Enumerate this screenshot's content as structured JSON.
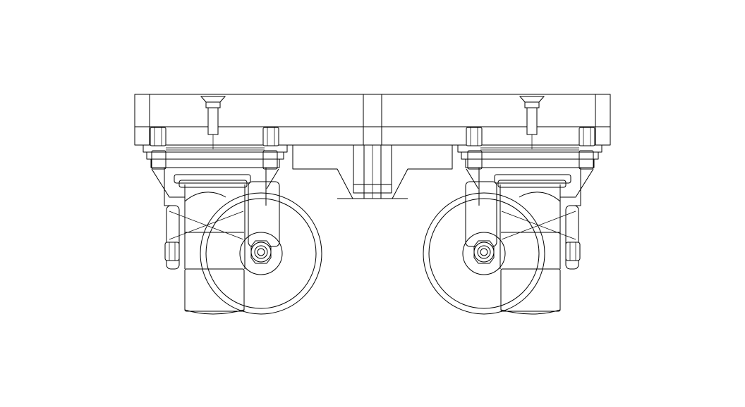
{
  "drawing": {
    "type": "technical line drawing",
    "subject": "caster-wheel-trolley",
    "background": "#ffffff",
    "line_color": "#000000",
    "caster_count": 2
  }
}
